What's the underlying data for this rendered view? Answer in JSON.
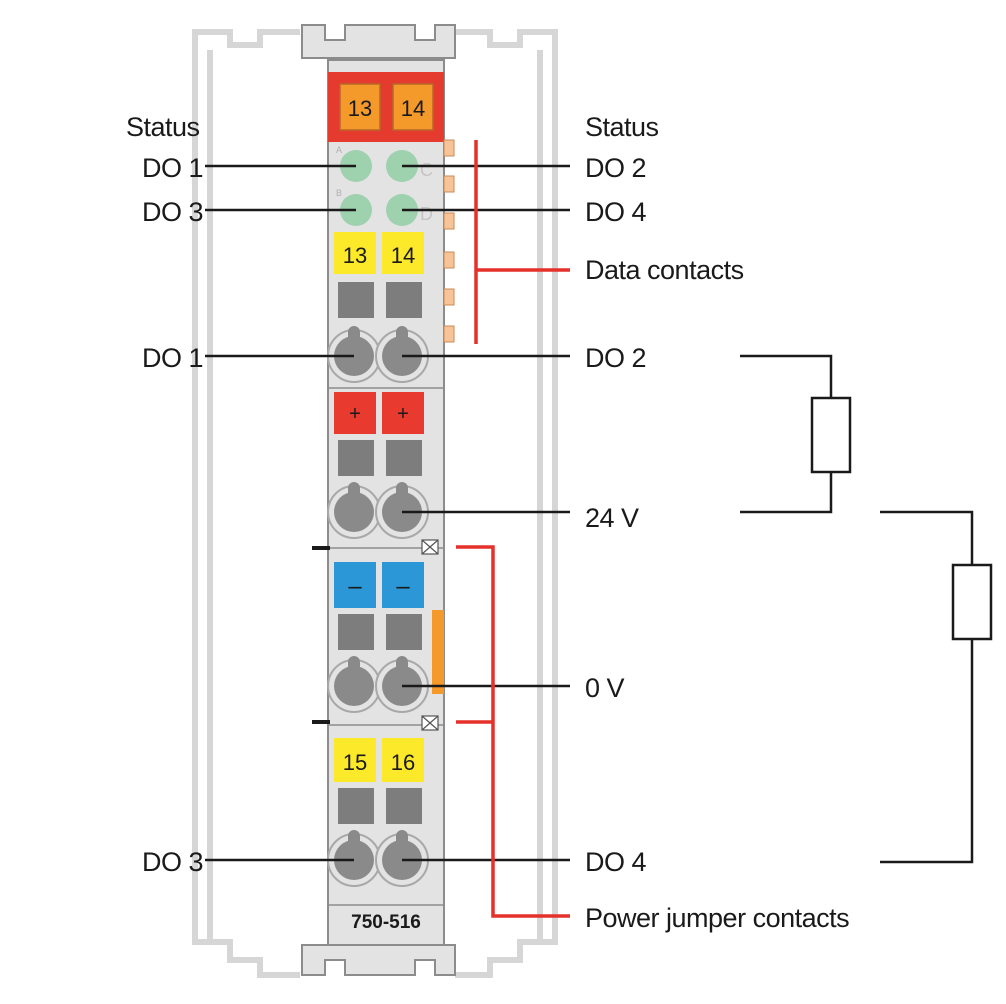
{
  "module": {
    "part_number": "750-516",
    "top_connector": [
      "13",
      "14"
    ],
    "led_letters": [
      "A",
      "C",
      "B",
      "D"
    ]
  },
  "terminals": {
    "row1": [
      "13",
      "14"
    ],
    "row2": [
      "+",
      "+"
    ],
    "row3": [
      "–",
      "–"
    ],
    "row4": [
      "15",
      "16"
    ]
  },
  "labels": {
    "status_left": "Status",
    "status_right": "Status",
    "led_do1": "DO 1",
    "led_do3": "DO 3",
    "led_do2": "DO 2",
    "led_do4": "DO 4",
    "data_contacts": "Data contacts",
    "out_do1": "DO 1",
    "out_do2": "DO 2",
    "v24": "24 V",
    "v0": "0 V",
    "out_do3": "DO 3",
    "out_do4": "DO 4",
    "power_jumper": "Power jumper contacts"
  },
  "colors": {
    "housing": "#e3e3e3",
    "housing_edge": "#9a9a9a",
    "header_red": "#e53a2e",
    "orange": "#f39a2b",
    "led_green": "#9ed1ad",
    "yellow": "#fbe92a",
    "red": "#e83a2f",
    "blue": "#2c97d6",
    "dark_gray": "#7d7d7d",
    "screw_gray": "#8a8a8a",
    "line": "#1a1a1a",
    "red_line": "#e5312a",
    "rail": "#d6d6d6"
  }
}
